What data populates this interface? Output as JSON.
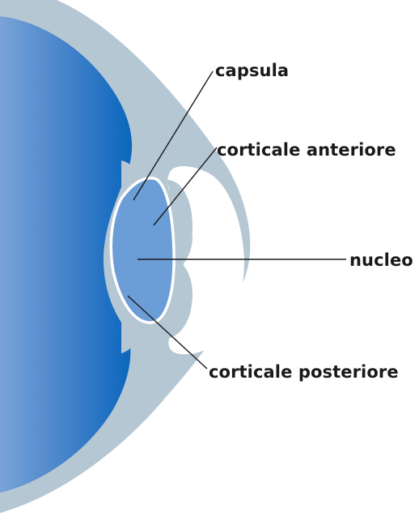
{
  "labels": {
    "capsula": "capsula",
    "corticale_anteriore": "corticale anteriore",
    "nucleo": "nucleo",
    "corticale_posteriore": "corticale posteriore"
  },
  "colors": {
    "eye_dark": "#0a66bd",
    "eye_light": "#6f9ad3",
    "sclera": "#b5c7d3",
    "lens": "#6b9dd6",
    "capsule_outline": "#ffffff",
    "leader_lines": "#1a1a1a"
  }
}
